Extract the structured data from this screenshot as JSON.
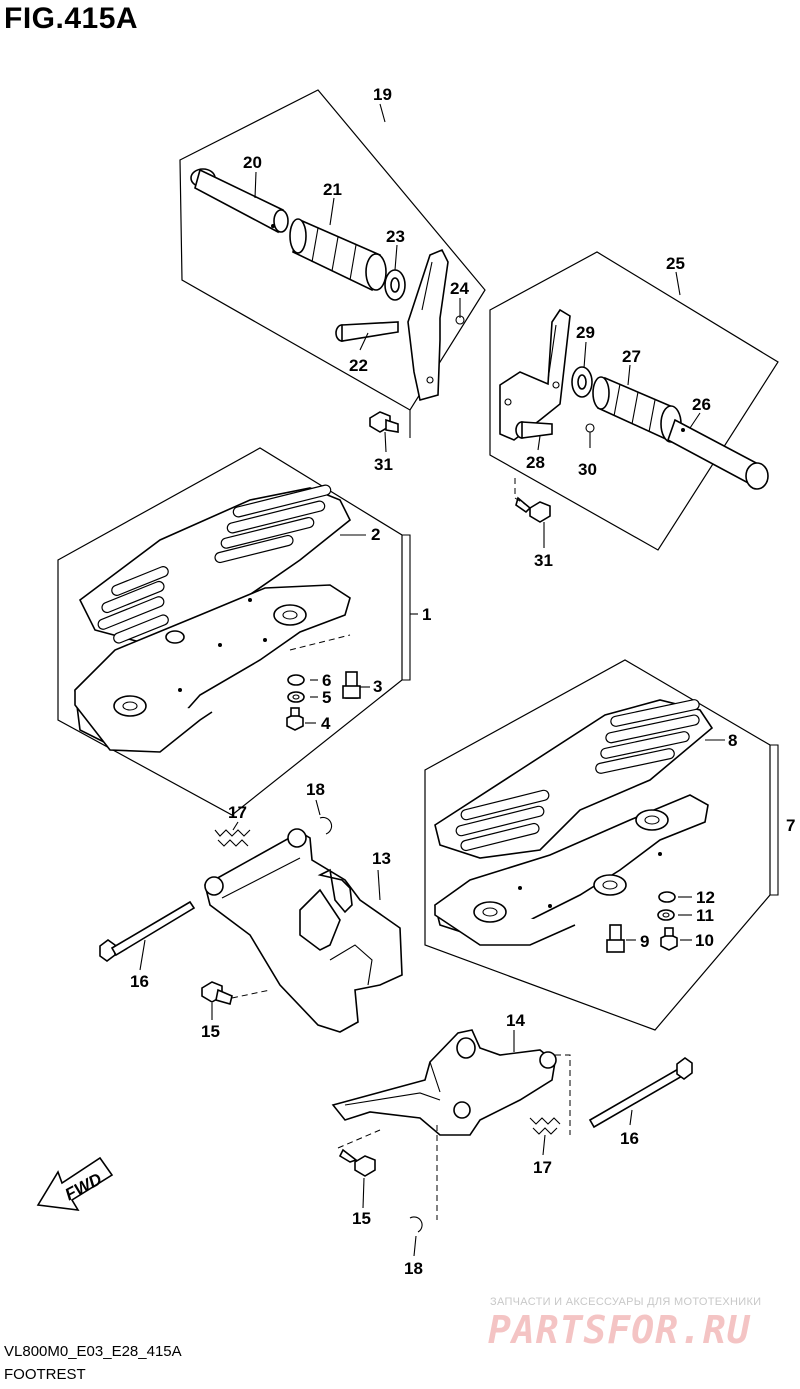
{
  "figure": {
    "title": "FIG.415A",
    "code": "VL800M0_E03_E28_415A",
    "name": "FOOTREST"
  },
  "fwd_label": "FWD",
  "watermark": {
    "tagline": "ЗАПЧАСТИ И АКСЕССУАРЫ ДЛЯ МОТОТЕХНИКИ",
    "logo": "PARTSFOR.RU"
  },
  "callouts": [
    "1",
    "2",
    "3",
    "4",
    "5",
    "6",
    "7",
    "8",
    "9",
    "10",
    "11",
    "12",
    "13",
    "14",
    "15",
    "16",
    "17",
    "18",
    "19",
    "20",
    "21",
    "22",
    "23",
    "24",
    "25",
    "26",
    "27",
    "28",
    "29",
    "30",
    "31"
  ],
  "labels": {
    "c19": "19",
    "c20": "20",
    "c21": "21",
    "c22": "22",
    "c23": "23",
    "c24": "24",
    "c25": "25",
    "c26": "26",
    "c27": "27",
    "c28": "28",
    "c29": "29",
    "c30": "30",
    "c31a": "31",
    "c31b": "31",
    "c1": "1",
    "c2": "2",
    "c3": "3",
    "c4": "4",
    "c5": "5",
    "c6": "6",
    "c7": "7",
    "c8": "8",
    "c9": "9",
    "c10": "10",
    "c11": "11",
    "c12": "12",
    "c13": "13",
    "c14": "14",
    "c15a": "15",
    "c15b": "15",
    "c16a": "16",
    "c16b": "16",
    "c17a": "17",
    "c17b": "17",
    "c18a": "18",
    "c18b": "18"
  },
  "colors": {
    "line": "#000000",
    "watermark_red": "#f4c4c4",
    "watermark_gray": "#c8c8c8"
  }
}
